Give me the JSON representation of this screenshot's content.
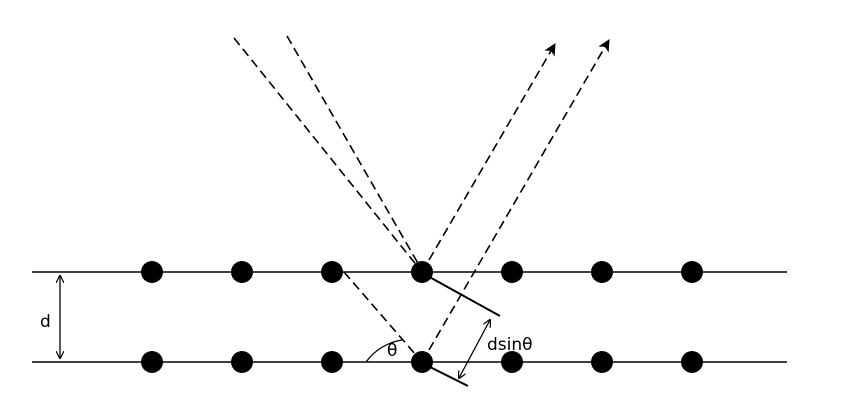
{
  "diagram": {
    "labels": {
      "spacing": "d",
      "angle": "θ",
      "path_difference": "dsinθ"
    },
    "atoms_per_plane": 7,
    "planes": 2,
    "colors": {
      "stroke": "#000000",
      "atom": "#000000",
      "background": "#ffffff"
    }
  }
}
